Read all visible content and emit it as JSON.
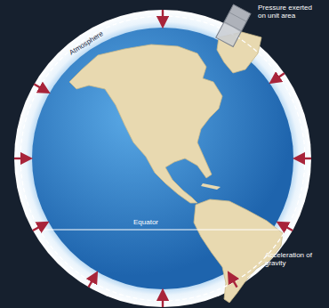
{
  "diagram": {
    "labels": [
      "Atmosphere",
      "Pressure exerted on unit area",
      "Equator",
      "Acceleration of gravity"
    ]
  }
}
